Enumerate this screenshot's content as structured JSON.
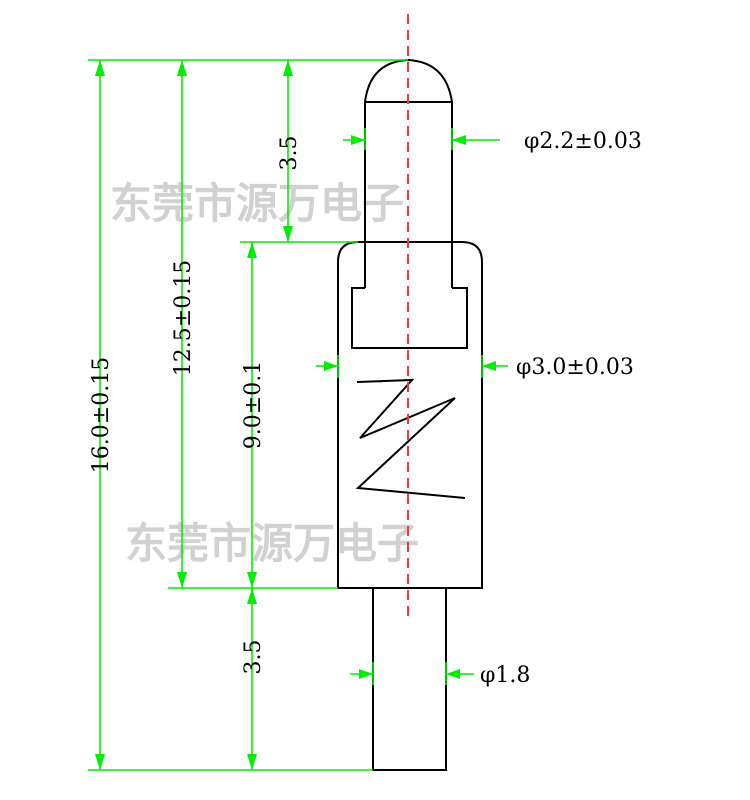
{
  "watermark_text": "东莞市源万电子",
  "colors": {
    "dimension_lines": "#00ee00",
    "outline": "#000000",
    "centerline": "#ff3333",
    "watermark": "#c9c9c9"
  },
  "dimensions": {
    "overall_length": "16.0±0.15",
    "body_plus_plunger": "12.5±0.15",
    "barrel_length": "9.0±0.1",
    "plunger_extension": "3.5",
    "tail_length": "3.5",
    "plunger_diameter": "φ2.2±0.03",
    "barrel_diameter": "φ3.0±0.03",
    "tail_diameter": "φ1.8"
  }
}
